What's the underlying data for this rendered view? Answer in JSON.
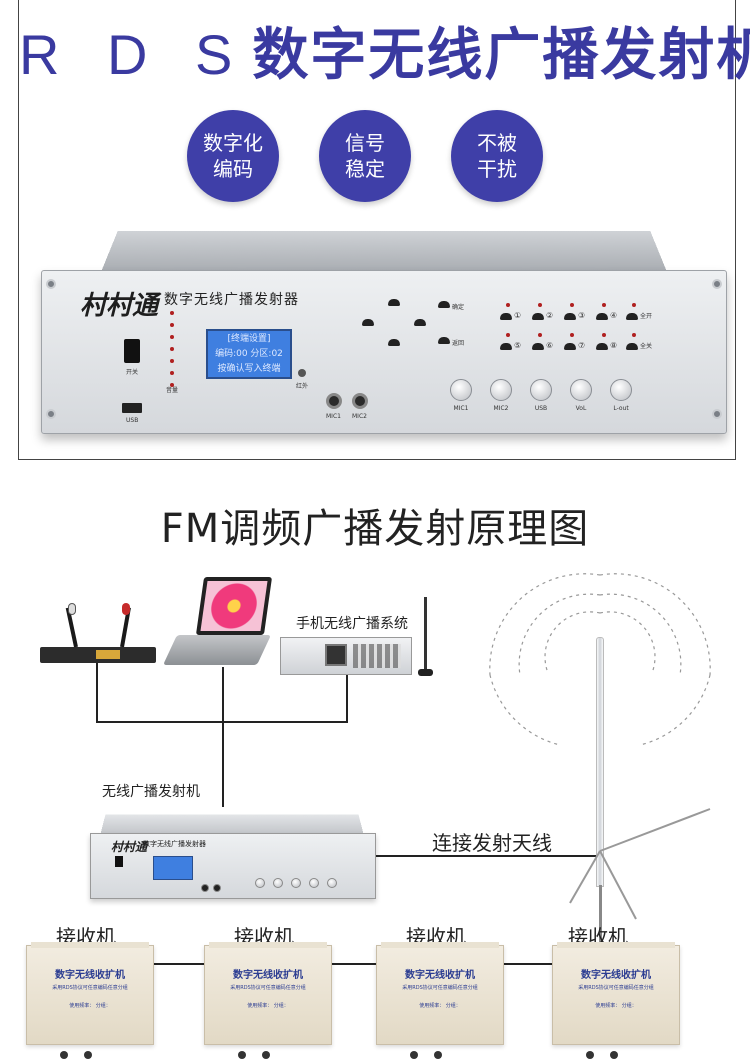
{
  "header": {
    "title_latin": "R D S",
    "title_cn": "数字无线广播发射机"
  },
  "badges": [
    {
      "line1": "数字化",
      "line2": "编码"
    },
    {
      "line1": "信号",
      "line2": "稳定"
    },
    {
      "line1": "不被",
      "line2": "干扰"
    }
  ],
  "device": {
    "brand": "村村通",
    "name": "数字无线广播发射器",
    "power_label": "开关",
    "usb_label": "USB",
    "led_label": "音量",
    "lcd_line1": "[终端设置]",
    "lcd_line2": "编码:00  分区:02",
    "lcd_line3": "按确认写入终端",
    "ir_label": "红外",
    "mic1_label": "MIC1",
    "mic2_label": "MIC2",
    "nav_confirm": "确定",
    "nav_back": "返回",
    "nums": [
      "①",
      "②",
      "③",
      "④",
      "⑤",
      "⑥",
      "⑦",
      "⑧"
    ],
    "all_on": "全开",
    "all_off": "全关",
    "knobs": [
      "MIC1",
      "MIC2",
      "USB",
      "VoL",
      "L-out"
    ]
  },
  "diagram": {
    "title": "FM调频广播发射原理图",
    "mobile_system": "手机无线广播系统",
    "transmitter": "无线广播发射机",
    "antenna_link": "连接发射天线",
    "mini_brand": "村村通",
    "mini_name": "数字无线广播发射器",
    "receivers": [
      {
        "label": "接收机",
        "title": "数字无线收扩机",
        "sub": "采用RDS协议可任意编码任意分组",
        "line": "使用频率：      分组："
      },
      {
        "label": "接收机",
        "title": "数字无线收扩机",
        "sub": "采用RDS协议可任意编码任意分组",
        "line": "使用频率：      分组："
      },
      {
        "label": "接收机",
        "title": "数字无线收扩机",
        "sub": "采用RDS协议可任意编码任意分组",
        "line": "使用频率：      分组："
      },
      {
        "label": "接收机",
        "title": "数字无线收扩机",
        "sub": "采用RDS协议可任意编码任意分组",
        "line": "使用频率：      分组："
      }
    ]
  },
  "colors": {
    "accent": "#3a3aa0",
    "badge": "#3f3fa8",
    "lcd": "#3f7fe0",
    "receiver_text": "#2c3d92"
  }
}
